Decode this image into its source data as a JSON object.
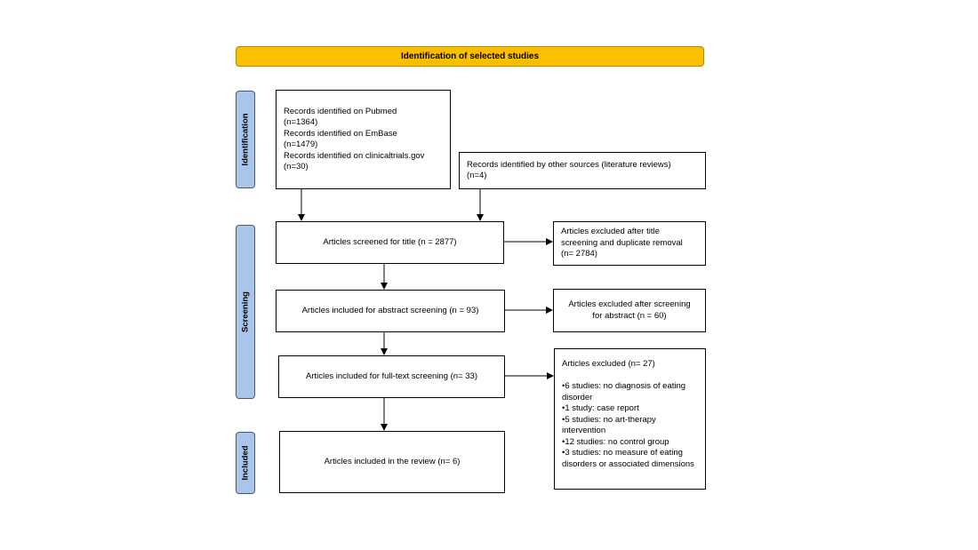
{
  "banner": "Identification of selected studies",
  "stages": {
    "identification": "Identification",
    "screening": "Screening",
    "included": "Included"
  },
  "records_databases": [
    "Records identified on Pubmed",
    "(n=1364)",
    "Records identified on EmBase",
    "(n=1479)",
    "Records identified on clinicaltrials.gov",
    "(n=30)"
  ],
  "records_other": [
    "Records identified by other sources (literature reviews)",
    "(n=4)"
  ],
  "screened_title": "Articles screened for title (n = 2877)",
  "excluded_title": [
    "Articles excluded after title",
    "screening and duplicate removal",
    "(n= 2784)"
  ],
  "abstract_screening": "Articles included for abstract screening (n = 93)",
  "excluded_abstract": [
    "Articles excluded after screening",
    "for abstract (n = 60)"
  ],
  "fulltext_screening": "Articles included for full-text screening (n= 33)",
  "excluded_fulltext": {
    "title": "Articles excluded (n= 27)",
    "reasons": [
      "•6 studies: no diagnosis of eating disorder",
      "•1 study: case report",
      "•5 studies: no art-therapy intervention",
      "•12 studies: no control group",
      "•3 studies: no measure of eating disorders or associated dimensions"
    ]
  },
  "included_review": "Articles included in the review (n= 6)"
}
